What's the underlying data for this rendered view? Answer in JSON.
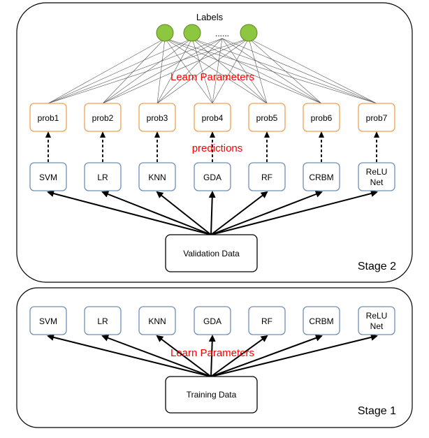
{
  "stage2": {
    "label": "Stage 2",
    "labels_title": "Labels",
    "labels_ellipsis": "......",
    "learn_parameters": "Learn Parameters",
    "predictions": "predictions",
    "probs": [
      "prob1",
      "prob2",
      "prob3",
      "prob4",
      "prob5",
      "prob6",
      "prob7"
    ],
    "models": [
      {
        "lines": [
          "SVM"
        ]
      },
      {
        "lines": [
          "LR"
        ]
      },
      {
        "lines": [
          "KNN"
        ]
      },
      {
        "lines": [
          "GDA"
        ]
      },
      {
        "lines": [
          "RF"
        ]
      },
      {
        "lines": [
          "CRBM"
        ]
      },
      {
        "lines": [
          "ReLU",
          "Net"
        ]
      }
    ],
    "data_box": "Validation Data"
  },
  "stage1": {
    "label": "Stage 1",
    "learn_parameters": "Learn Parameters",
    "models": [
      {
        "lines": [
          "SVM"
        ]
      },
      {
        "lines": [
          "LR"
        ]
      },
      {
        "lines": [
          "KNN"
        ]
      },
      {
        "lines": [
          "GDA"
        ]
      },
      {
        "lines": [
          "RF"
        ]
      },
      {
        "lines": [
          "CRBM"
        ]
      },
      {
        "lines": [
          "ReLU",
          "Net"
        ]
      }
    ],
    "data_box": "Training Data"
  },
  "colors": {
    "label_node": "#8dc63f",
    "label_node_stroke": "#5a8a1e",
    "prob_border": "#f0a050",
    "model_border": "#6f8fb5",
    "highlight_text": "#ff0000"
  }
}
